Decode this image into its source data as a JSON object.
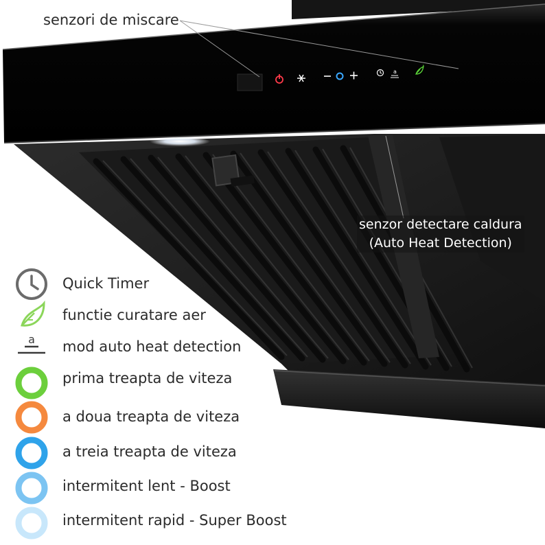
{
  "callouts": {
    "motion_sensors": "senzori de miscare",
    "heat_sensor_line1": "senzor detectare caldura",
    "heat_sensor_line2": "(Auto Heat Detection)"
  },
  "panel": {
    "minus": "−",
    "plus": "+",
    "auto_glyph": "a"
  },
  "legend": [
    {
      "label": "Quick Timer",
      "icon": "clock-icon",
      "color": "#6b6b6b"
    },
    {
      "label": "functie curatare aer",
      "icon": "leaf-icon",
      "color": "#8bd65a"
    },
    {
      "label": "mod auto heat detection",
      "icon": "auto-heat-icon",
      "color": "#3a3a3a"
    },
    {
      "label": "prima treapta de viteza",
      "icon": "ring-green-icon",
      "color": "#6ccf3c"
    },
    {
      "label": "a doua treapta de viteza",
      "icon": "ring-orange-icon",
      "color": "#f5893e"
    },
    {
      "label": "a treia treapta de viteza",
      "icon": "ring-blue-icon",
      "color": "#2fa3ea"
    },
    {
      "label": "intermitent lent - Boost",
      "icon": "ring-lightblue-icon",
      "color": "#7cc4f2"
    },
    {
      "label": "intermitent rapid - Super Boost",
      "icon": "ring-paleblue-icon",
      "color": "#c8e7fb"
    }
  ]
}
